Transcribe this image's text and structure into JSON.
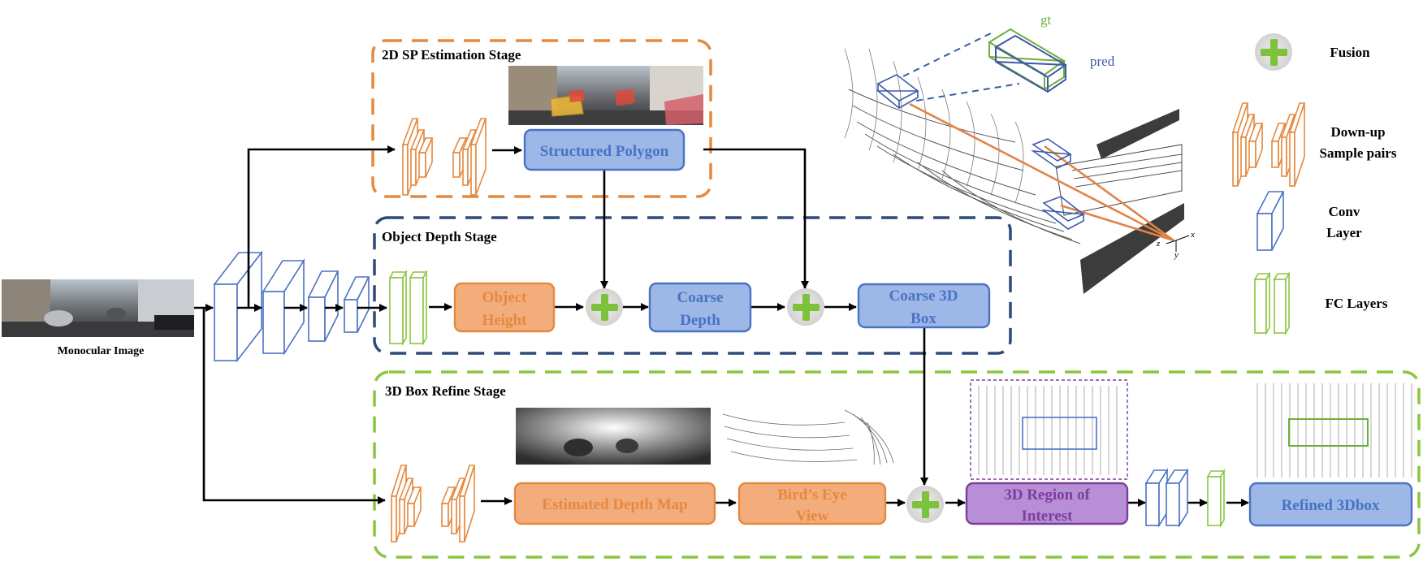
{
  "colors": {
    "orange": "#e5893e",
    "orange_fill": "#f3ac7c",
    "blue_dark": "#2e4a7a",
    "blue": "#4a72c4",
    "blue_fill": "#9db7e6",
    "green": "#8cc63f",
    "green_plus": "#7cc23a",
    "purple": "#7b3f9b",
    "purple_fill": "#b88fd6",
    "pred_blue": "#3c5aa8",
    "gt_green": "#6fae3c",
    "ray_orange": "#e08447"
  },
  "input": {
    "label": "Monocular Image"
  },
  "stages": {
    "sp": {
      "title": "2D SP Estimation Stage",
      "box": "Structured Polygon"
    },
    "depth": {
      "title": "Object Depth Stage",
      "object_height": [
        "Object",
        "Height"
      ],
      "coarse_depth": [
        "Coarse",
        "Depth"
      ],
      "coarse_box": [
        "Coarse 3D",
        "Box"
      ]
    },
    "refine": {
      "title": "3D Box Refine Stage",
      "depth_map": "Estimated Depth Map",
      "birds_eye": [
        "Bird’s Eye",
        "View"
      ],
      "roi": [
        "3D Region of",
        "Interest"
      ],
      "refined": "Refined 3Dbox"
    }
  },
  "pointcloud": {
    "gt": "gt",
    "pred": "pred",
    "axes": {
      "x": "x",
      "y": "y",
      "z": "z"
    }
  },
  "legend": {
    "fusion": "Fusion",
    "downup": [
      "Down-up",
      "Sample pairs"
    ],
    "conv": [
      "Conv",
      "Layer"
    ],
    "fc": "FC Layers"
  }
}
